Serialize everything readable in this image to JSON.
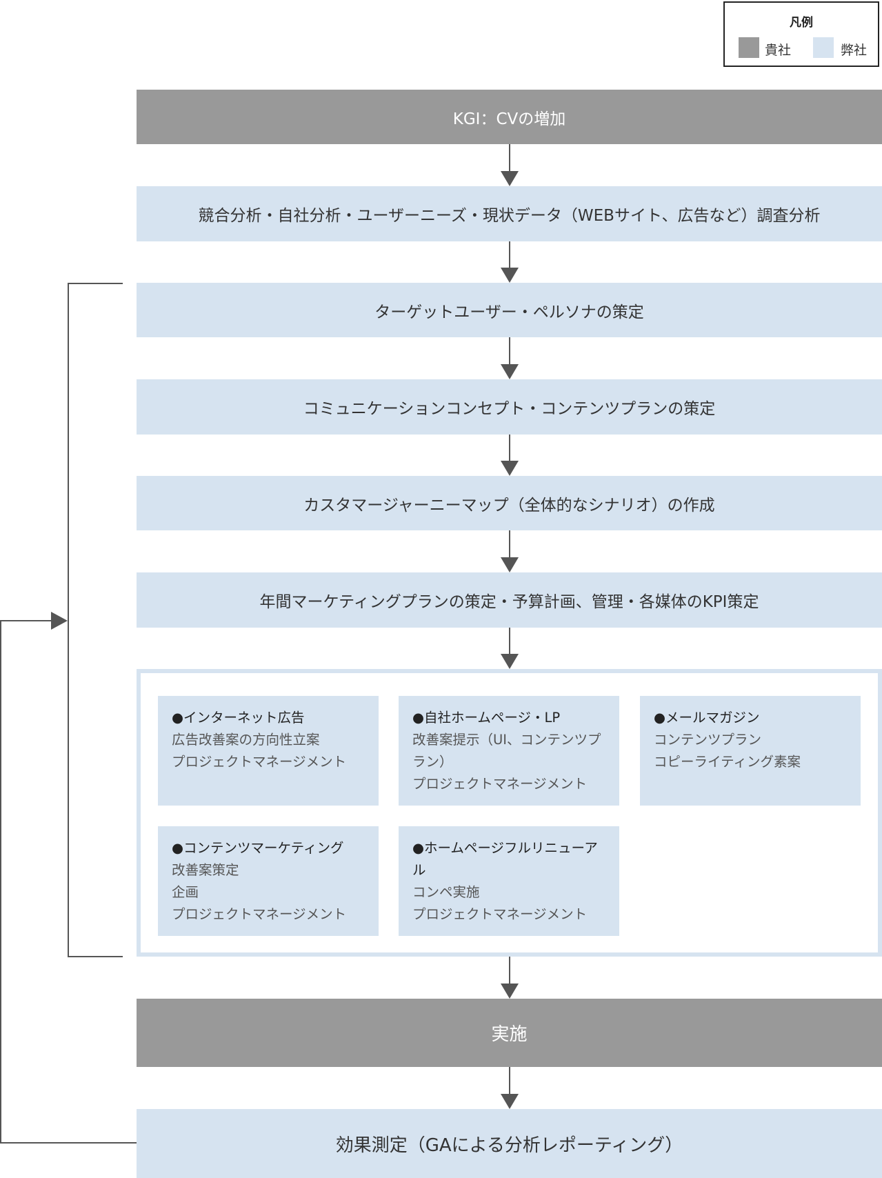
{
  "legend": {
    "title": "凡例",
    "items": [
      {
        "label": "貴社",
        "color": "#999999"
      },
      {
        "label": "弊社",
        "color": "#d6e3f0"
      }
    ]
  },
  "steps": [
    "KGI：CVの増加",
    "競合分析・自社分析・ユーザーニーズ・現状データ（WEBサイト、広告など）調査分析",
    "ターゲットユーザー・ペルソナの策定",
    "コミュニケーションコンセプト・コンテンツプランの策定",
    "カスタマージャーニーマップ（全体的なシナリオ）の作成",
    "年間マーケティングプランの策定・予算計画、管理・各媒体のKPI策定"
  ],
  "cards": [
    {
      "title": "●インターネット広告",
      "lines": [
        "広告改善案の方向性立案",
        "プロジェクトマネージメント"
      ]
    },
    {
      "title": "●自社ホームページ・LP",
      "lines": [
        "改善案提示（UI、コンテンツプラン）",
        "プロジェクトマネージメント"
      ]
    },
    {
      "title": "●メールマガジン",
      "lines": [
        "コンテンツプラン",
        "コピーライティング素案"
      ]
    },
    {
      "title": "●コンテンツマーケティング",
      "lines": [
        "改善案策定",
        "企画",
        "プロジェクトマネージメント"
      ]
    },
    {
      "title": "●ホームページフルリニューアル",
      "lines": [
        "コンペ実施",
        "プロジェクトマネージメント"
      ]
    }
  ],
  "execute": "実施",
  "measure": "効果測定（GAによる分析レポーティング）",
  "colors": {
    "client": "#999999",
    "agency": "#d6e3f0",
    "line": "#555555"
  }
}
